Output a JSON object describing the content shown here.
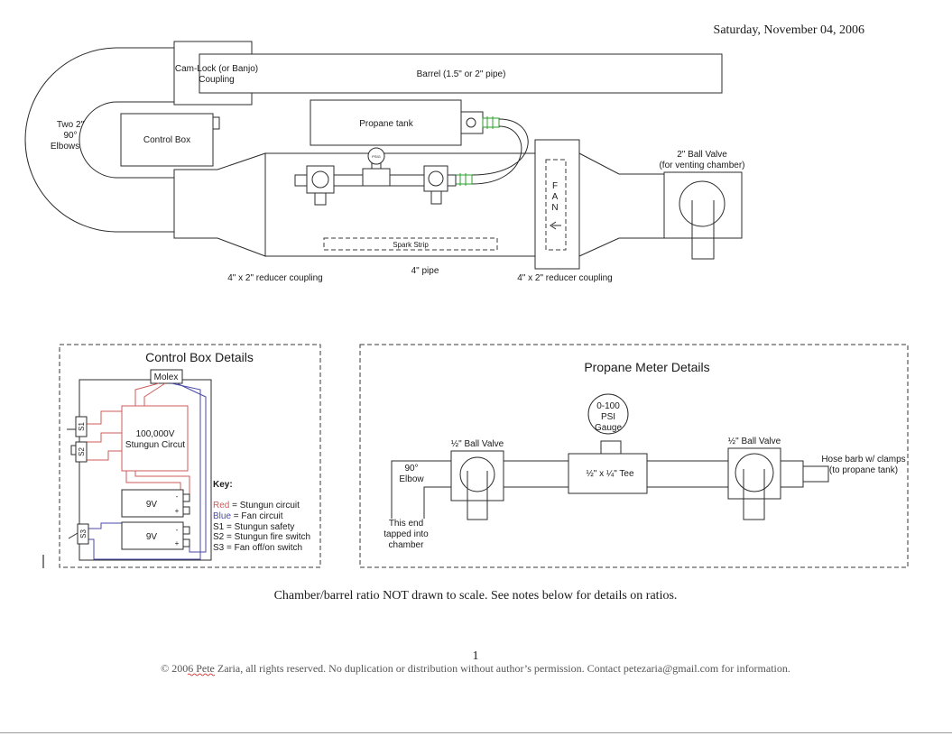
{
  "header": {
    "date": "Saturday, November 04, 2006"
  },
  "main_diagram": {
    "cam_lock": "Cam-Lock (or Banjo)",
    "coupling": "Coupling",
    "barrel": "Barrel (1.5\" or 2\" pipe)",
    "elbows": [
      "Two 2\"",
      "90°",
      "Elbows"
    ],
    "control_box": "Control Box",
    "propane_tank": "Propane tank",
    "psig": "PSIG",
    "fan": [
      "F",
      "A",
      "N"
    ],
    "spark_strip": "Spark Strip",
    "pipe_4": "4\" pipe",
    "reducer_left": "4\" x 2\" reducer coupling",
    "reducer_right": "4\" x 2\" reducer coupling",
    "ball_valve": [
      "2\" Ball Valve",
      "(for venting chamber)"
    ]
  },
  "control_box_details": {
    "title": "Control Box Details",
    "molex": "Molex",
    "stungun": [
      "100,000V",
      "Stungun Circut"
    ],
    "battery": "9V",
    "plus": "+",
    "minus": "-",
    "s1": "S1",
    "s2": "S2",
    "s3": "S3",
    "key": {
      "title": "Key:",
      "red_word": "Red",
      "red_rest": " = Stungun circuit",
      "blue_word": "Blue",
      "blue_rest": " = Fan circuit",
      "s1": "S1 = Stungun safety",
      "s2": "S2 = Stungun fire switch",
      "s3": "S3 = Fan off/on switch"
    },
    "colors": {
      "red": "#cf5a5a",
      "blue": "#4a4aa8"
    }
  },
  "propane_meter_details": {
    "title": "Propane Meter Details",
    "gauge": [
      "0-100",
      "PSI",
      "Gauge"
    ],
    "ball_valve_left": "½\" Ball Valve",
    "ball_valve_right": "½\" Ball Valve",
    "elbow": [
      "90°",
      "Elbow"
    ],
    "tee": "½\" x ¼\" Tee",
    "hose_barb": [
      "Hose barb w/ clamps",
      "(to propane tank)"
    ],
    "end_note": [
      "This end",
      "tapped into",
      "chamber"
    ]
  },
  "caption": "Chamber/barrel ratio NOT drawn to scale. See notes below for details on ratios.",
  "footer": {
    "page_number": "1",
    "copyright_pre": "© 2006 Pete ",
    "copyright_name": "Zaria",
    "copyright_post": ", all rights reserved. No duplication or distribution without author’s permission. Contact petezaria@gmail.com for information."
  }
}
